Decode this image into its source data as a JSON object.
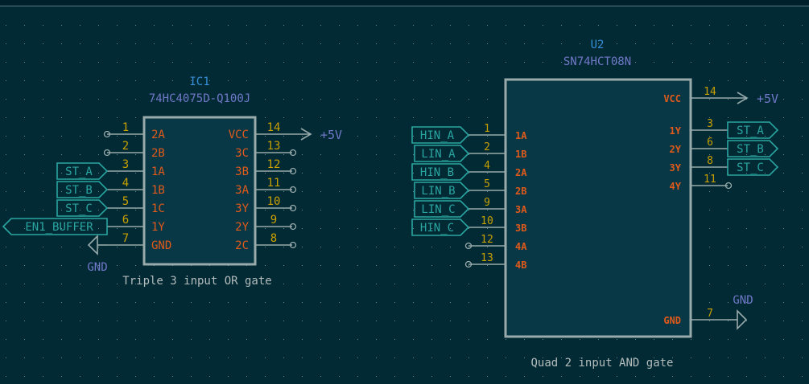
{
  "colors": {
    "background": "#012a35",
    "grid": "#6a8a92",
    "body_fill": "#083845",
    "body_stroke": "#98aaaa",
    "wire": "#98aaaa",
    "pin_name": "#e05a1c",
    "pin_number": "#c8a000",
    "ref": "#3590d8",
    "value": "#7278c8",
    "power": "#7278c8",
    "label": "#2aa6a0",
    "desc": "#b4bcbc"
  },
  "components": [
    {
      "ref": "IC1",
      "value": "74HC4075D-Q100J",
      "description": "Triple 3 input OR gate",
      "left_pins": [
        {
          "num": "1",
          "name": "2A",
          "conn": "unconnected"
        },
        {
          "num": "2",
          "name": "2B",
          "conn": "unconnected"
        },
        {
          "num": "3",
          "name": "1A",
          "conn": "label",
          "label": "ST_A"
        },
        {
          "num": "4",
          "name": "1B",
          "conn": "label",
          "label": "ST_B"
        },
        {
          "num": "5",
          "name": "1C",
          "conn": "label",
          "label": "ST_C"
        },
        {
          "num": "6",
          "name": "1Y",
          "conn": "output-label",
          "label": "EN1_BUFFER"
        },
        {
          "num": "7",
          "name": "GND",
          "conn": "gnd",
          "label": "GND"
        }
      ],
      "right_pins": [
        {
          "num": "14",
          "name": "VCC",
          "conn": "power",
          "label": "+5V"
        },
        {
          "num": "13",
          "name": "3C",
          "conn": "unconnected"
        },
        {
          "num": "12",
          "name": "3B",
          "conn": "unconnected"
        },
        {
          "num": "11",
          "name": "3A",
          "conn": "unconnected"
        },
        {
          "num": "10",
          "name": "3Y",
          "conn": "unconnected"
        },
        {
          "num": "9",
          "name": "2Y",
          "conn": "unconnected"
        },
        {
          "num": "8",
          "name": "2C",
          "conn": "unconnected"
        }
      ]
    },
    {
      "ref": "U2",
      "value": "SN74HCT08N",
      "description": "Quad 2 input AND gate",
      "left_pins": [
        {
          "num": "1",
          "name": "1A",
          "conn": "label",
          "label": "HIN_A"
        },
        {
          "num": "2",
          "name": "1B",
          "conn": "label",
          "label": "LIN_A"
        },
        {
          "num": "4",
          "name": "2A",
          "conn": "label",
          "label": "HIN_B"
        },
        {
          "num": "5",
          "name": "2B",
          "conn": "label",
          "label": "LIN_B"
        },
        {
          "num": "9",
          "name": "3A",
          "conn": "label",
          "label": "LIN_C"
        },
        {
          "num": "10",
          "name": "3B",
          "conn": "label",
          "label": "HIN_C"
        },
        {
          "num": "12",
          "name": "4A",
          "conn": "unconnected"
        },
        {
          "num": "13",
          "name": "4B",
          "conn": "unconnected"
        }
      ],
      "right_pins": [
        {
          "num": "14",
          "name": "VCC",
          "conn": "power",
          "label": "+5V"
        },
        {
          "num": "3",
          "name": "1Y",
          "conn": "label",
          "label": "ST_A"
        },
        {
          "num": "6",
          "name": "2Y",
          "conn": "label",
          "label": "ST_B"
        },
        {
          "num": "8",
          "name": "3Y",
          "conn": "label",
          "label": "ST_C"
        },
        {
          "num": "11",
          "name": "4Y",
          "conn": "unconnected"
        },
        {
          "num": "7",
          "name": "GND",
          "conn": "gnd",
          "label": "GND"
        }
      ]
    }
  ]
}
